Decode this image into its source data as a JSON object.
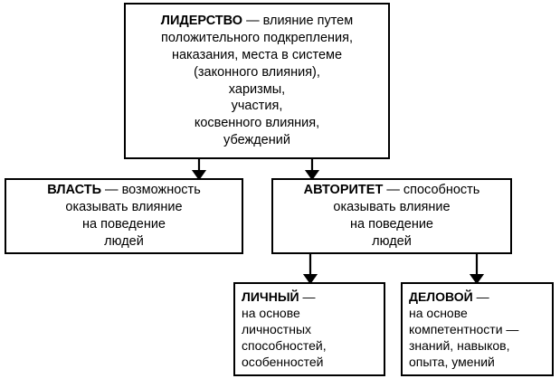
{
  "diagram": {
    "title_concept": "ЛИДЕРСТВО",
    "nodes": {
      "leadership": {
        "lead": "ЛИДЕРСТВО",
        "dash": " — ",
        "line1_rest": "влияние путем",
        "line2": "положительного подкрепления,",
        "line3": "наказания, места в системе",
        "line4": "(законного влияния),",
        "line5": "харизмы,",
        "line6": "участия,",
        "line7": "косвенного влияния,",
        "line8": "убеждений"
      },
      "power": {
        "lead": "ВЛАСТЬ",
        "dash": " — ",
        "line1_rest": "возможность",
        "line2": "оказывать влияние",
        "line3": "на поведение",
        "line4": "людей"
      },
      "authority": {
        "lead": "АВТОРИТЕТ",
        "dash": " — ",
        "line1_rest": "способность",
        "line2": "оказывать влияние",
        "line3": "на поведение",
        "line4": "людей"
      },
      "personal": {
        "lead": "ЛИЧНЫЙ",
        "dash": " —",
        "line1_rest": "",
        "line2": "на основе",
        "line3": "личностных",
        "line4": "способностей,",
        "line5": "особенностей"
      },
      "business": {
        "lead": "ДЕЛОВОЙ",
        "dash": " —",
        "line1_rest": "",
        "line2": "на основе",
        "line3": "компетентности —",
        "line4": "знаний, навыков,",
        "line5": "опыта, умений"
      }
    },
    "colors": {
      "stroke": "#000000",
      "background": "#ffffff",
      "text": "#000000"
    },
    "edges": [
      {
        "from": "leadership",
        "to": "power",
        "arrow": "down"
      },
      {
        "from": "leadership",
        "to": "authority",
        "arrow": "down"
      },
      {
        "from": "authority",
        "to": "personal",
        "arrow": "down"
      },
      {
        "from": "authority",
        "to": "business",
        "arrow": "down"
      }
    ]
  }
}
